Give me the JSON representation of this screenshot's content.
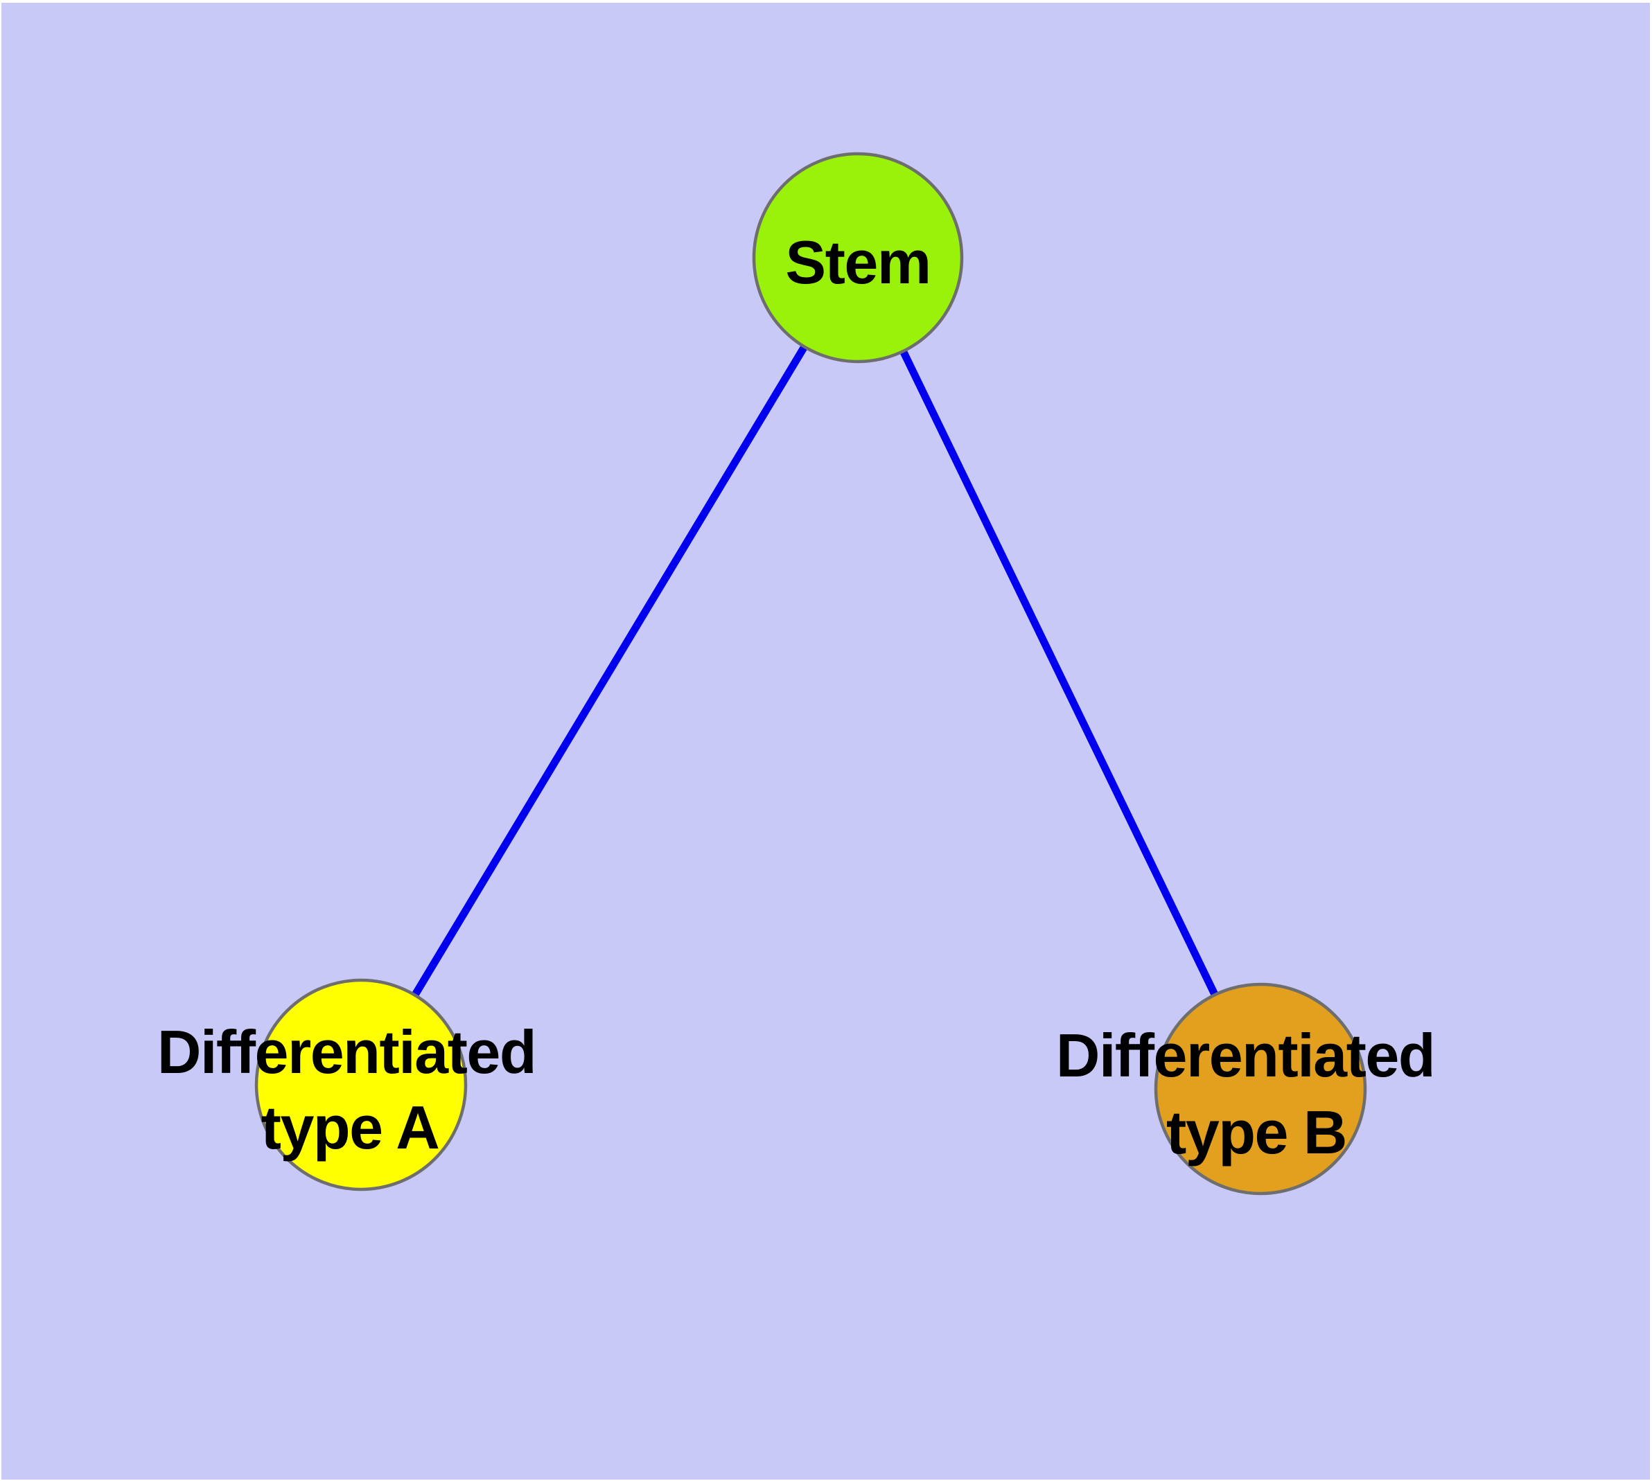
{
  "diagram": {
    "frame_color": "#FFFFFF",
    "background_color": "#C9C9F8",
    "edge_color": "#0000EE",
    "node_border_color": "#6E6E6E",
    "label_color": "#000000",
    "nodes": [
      {
        "id": "stem",
        "label": "Stem",
        "fill": "#9AF20A"
      },
      {
        "id": "differentiated-type-a",
        "label_line1": "Differentiated",
        "label_line2": "type A",
        "fill": "#FFFF00"
      },
      {
        "id": "differentiated-type-b",
        "label_line1": "Differentiated",
        "label_line2": "type B",
        "fill": "#E3A01F"
      }
    ],
    "edges": [
      {
        "from": "Stem",
        "to": "Differentiated type A"
      },
      {
        "from": "Stem",
        "to": "Differentiated type B"
      }
    ]
  }
}
